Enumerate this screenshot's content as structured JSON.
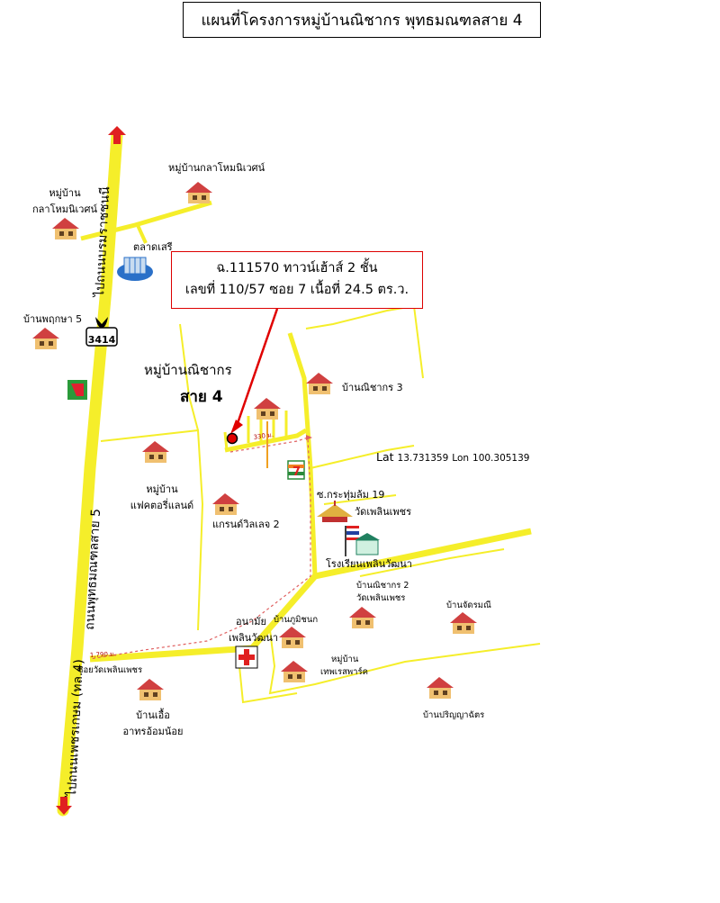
{
  "title": "แผนที่โครงการหมู่บ้านณิชากร พุทธมณฑลสาย 4",
  "callout": {
    "line1": "ฉ.111570 ทาวน์เฮ้าส์ 2 ชั้น",
    "line2": "เลขที่ 110/57 ซอย 7  เนื้อที่ 24.5 ตร.ว."
  },
  "coordinates": {
    "lat_label": "Lat",
    "lat_value": "13.731359",
    "lon_label": "Lon",
    "lon_value": "100.305139"
  },
  "roads": {
    "north_road": "ไปถนนบรมราชชนนี",
    "main_road": "ถนนพุทธมณฑลสาย 5",
    "south_road": "ไปถนนเพชรเกษม (ทล.4)",
    "route_number": "3414"
  },
  "distances": {
    "near_pin": "330 ม.",
    "bottom_left": "1,790 ม."
  },
  "places": {
    "village_klahai_top": "หมู่บ้านกลาโหมนิเวศน์",
    "village_klahai_left_1": "หมู่บ้าน",
    "village_klahai_left_2": "กลาโหมนิเวศน์",
    "market": "ตลาดเสรี",
    "baan_pruksa": "บ้านพฤกษา 5",
    "project_name": "หมู่บ้านณิชากร",
    "project_line": "สาย 4",
    "nichakorn_3": "บ้านณิชากร 3",
    "happy_land_1": "หมู่บ้าน",
    "happy_land_2": "แฟคตอรี่แลนด์",
    "grand_ville": "แกรนด์วิลเลจ 2",
    "soi_krathum": "ซ.กระทุ่มล้ม 19",
    "wat_phloen": "วัดเพลินเพชร",
    "school": "โรงเรียนเพลินวัฒนา",
    "nichakorn_2_1": "บ้านณิชากร 2",
    "nichakorn_2_2": "วัดเพลินเพชร",
    "baan_jatsamanee": "บ้านจัดรมณี",
    "health_1": "อนามัย",
    "health_2": "เพลินวัฒนา",
    "baan_phumi": "บ้านภูมิชนก",
    "soi_wat": "ซอยวัดเพลินเพชร",
    "village_thep_1": "หมู่บ้าน",
    "village_thep_2": "เทพเรสพาร์ค",
    "baan_uea_1": "บ้านเอื้อ",
    "baan_uea_2": "อาทรอ้อมน้อย",
    "baan_parinya": "บ้านปริญญาฉัตร"
  },
  "colors": {
    "road": "#f5ee2a",
    "pin": "#e00000",
    "arrow": "#e00000",
    "route": "#e06060"
  }
}
